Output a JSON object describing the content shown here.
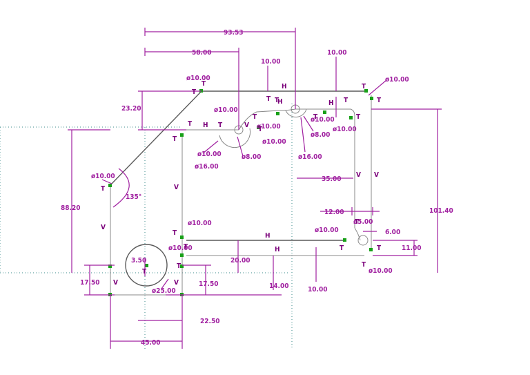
{
  "dimensions": {
    "d_93_53": "93.53",
    "d_58": "58.00",
    "d_10_top_right": "10.00",
    "d_10_top_mid": "10.00",
    "d_23_20": "23.20",
    "d_88_20": "88.20",
    "d_101_40": "101.40",
    "d_35": "35.00",
    "d_12": "12.00",
    "d_6": "6.00",
    "d_11": "11.00",
    "d_20": "20.00",
    "d_10_lower": "10.00",
    "d_14": "14.00",
    "d_17_50_left": "17.50",
    "d_17_50_right": "17.50",
    "d_3_50": "3.50",
    "d_22_50": "22.50",
    "d_45": "45.00",
    "angle_135": "135°"
  },
  "diameters": {
    "dia_top_left_corner": "ø10.00",
    "dia_top_right_corner": "ø10.00",
    "dia_left_corner": "ø10.00",
    "dia_upper_1": "ø10.00",
    "dia_upper_2": "ø10.00",
    "dia_upper_3": "ø10.00",
    "dia_upper_4": "ø10.00",
    "dia_upper_5": "ø10.00",
    "dia_upper_6": "ø10.00",
    "dia_arc_16_a": "ø16.00",
    "dia_arc_16_b": "ø16.00",
    "dia_arc_8_a": "ø8.00",
    "dia_arc_8_b": "ø8.00",
    "dia_inner_1": "ø10.00",
    "dia_inner_2": "ø10.00",
    "dia_inner_3": "ø10.00",
    "dia_right_notch": "ø5.00",
    "dia_bottom_right": "ø10.00",
    "dia_hole": "ø25.00"
  },
  "constraints": {
    "tangent": "T",
    "horizontal": "H",
    "vertical": "V"
  }
}
